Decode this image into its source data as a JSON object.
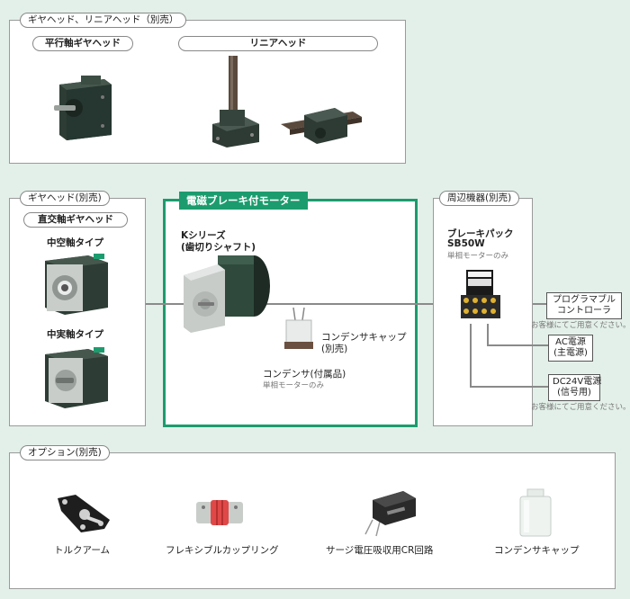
{
  "gear_heads_top": {
    "title": "ギヤヘッド、リニアヘッド（別売）",
    "parallel_label": "平行軸ギヤヘッド",
    "linear_label": "リニアヘッド"
  },
  "gear_heads_left": {
    "title": "ギヤヘッド(別売)",
    "right_angle_label": "直交軸ギヤヘッド",
    "hollow_label": "中空軸タイプ",
    "solid_label": "中実軸タイプ"
  },
  "motor": {
    "tab": "電磁ブレーキ付モーター",
    "series_line1": "Kシリーズ",
    "series_line2": "(歯切りシャフト)",
    "cap_line1": "コンデンサキャップ",
    "cap_line2": "(別売)",
    "condenser": "コンデンサ(付属品)",
    "condenser_note": "単相モーターのみ"
  },
  "peripheral": {
    "title": "周辺機器(別売)",
    "brake_line1": "ブレーキパック",
    "brake_line2": "SB50W",
    "brake_note": "単相モーターのみ",
    "plc_line1": "プログラマブル",
    "plc_line2": "コントローラ",
    "plc_note": "お客様にてご用意ください。",
    "ac_line1": "AC電源",
    "ac_line2": "(主電源)",
    "dc_line1": "DC24V電源",
    "dc_line2": "(信号用)",
    "dc_note": "お客様にてご用意ください。"
  },
  "options": {
    "title": "オプション(別売)",
    "items": [
      "トルクアーム",
      "フレキシブルカップリング",
      "サージ電圧吸収用CR回路",
      "コンデンサキャップ"
    ]
  },
  "colors": {
    "background": "#e3f0e9",
    "accent_green": "#1c9c6e",
    "motor_dark": "#2f4a3c"
  }
}
